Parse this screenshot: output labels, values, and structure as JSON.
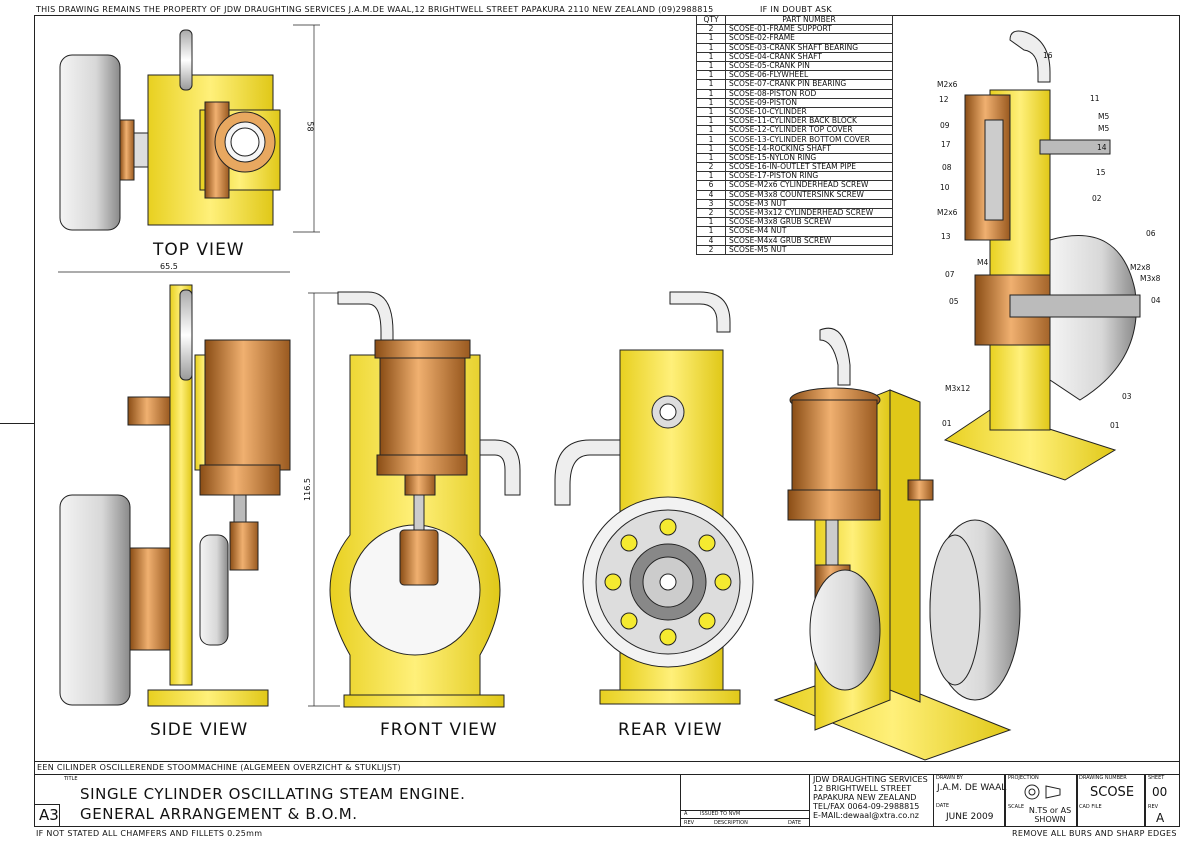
{
  "header": {
    "property_notice": "THIS DRAWING REMAINS THE PROPERTY OF JDW DRAUGHTING SERVICES J.A.M.DE WAAL,12 BRIGHTWELL STREET PAPAKURA 2110 NEW ZEALAND (09)2988815",
    "if_in_doubt": "IF IN DOUBT ASK"
  },
  "views": {
    "top": "TOP VIEW",
    "side": "SIDE VIEW",
    "front": "FRONT VIEW",
    "rear": "REAR VIEW"
  },
  "dimensions": {
    "top_height": "58",
    "side_width": "65.5",
    "front_height": "116.5"
  },
  "bom": {
    "header_qty": "QTY",
    "header_part": "PART NUMBER",
    "rows": [
      {
        "qty": "2",
        "part": "SCOSE-01-FRAME SUPPORT"
      },
      {
        "qty": "1",
        "part": "SCOSE-02-FRAME"
      },
      {
        "qty": "1",
        "part": "SCOSE-03-CRANK SHAFT BEARING"
      },
      {
        "qty": "1",
        "part": "SCOSE-04-CRANK SHAFT"
      },
      {
        "qty": "1",
        "part": "SCOSE-05-CRANK PIN"
      },
      {
        "qty": "1",
        "part": "SCOSE-06-FLYWHEEL"
      },
      {
        "qty": "1",
        "part": "SCOSE-07-CRANK PIN BEARING"
      },
      {
        "qty": "1",
        "part": "SCOSE-08-PISTON ROD"
      },
      {
        "qty": "1",
        "part": "SCOSE-09-PISTON"
      },
      {
        "qty": "1",
        "part": "SCOSE-10-CYLINDER"
      },
      {
        "qty": "1",
        "part": "SCOSE-11-CYLINDER BACK BLOCK"
      },
      {
        "qty": "1",
        "part": "SCOSE-12-CYLINDER TOP COVER"
      },
      {
        "qty": "1",
        "part": "SCOSE-13-CYLINDER BOTTOM COVER"
      },
      {
        "qty": "1",
        "part": "SCOSE-14-ROCKING SHAFT"
      },
      {
        "qty": "1",
        "part": "SCOSE-15-NYLON RING"
      },
      {
        "qty": "2",
        "part": "SCOSE-16-IN-OUTLET STEAM PIPE"
      },
      {
        "qty": "1",
        "part": "SCOSE-17-PISTON RING"
      },
      {
        "qty": "6",
        "part": "SCOSE-M2x6 CYLINDERHEAD SCREW"
      },
      {
        "qty": "4",
        "part": "SCOSE-M3x8 COUNTERSINK SCREW"
      },
      {
        "qty": "3",
        "part": "SCOSE-M3 NUT"
      },
      {
        "qty": "2",
        "part": "SCOSE-M3x12 CYLINDERHEAD SCREW"
      },
      {
        "qty": "1",
        "part": "SCOSE-M3x8 GRUB SCREW"
      },
      {
        "qty": "1",
        "part": "SCOSE-M4 NUT"
      },
      {
        "qty": "4",
        "part": "SCOSE-M4x4 GRUB SCREW"
      },
      {
        "qty": "2",
        "part": "SCOSE-M5 NUT"
      }
    ]
  },
  "callouts": {
    "n16": "16",
    "n11": "11",
    "n12": "12",
    "n09": "09",
    "n17": "17",
    "n14": "14",
    "n08": "08",
    "n15": "15",
    "n10": "10",
    "n02": "02",
    "n13": "13",
    "n06": "06",
    "n07": "07",
    "n05": "05",
    "n04": "04",
    "n03": "03",
    "n01": "01",
    "m2x6a": "M2x6",
    "m2x6b": "M2x6",
    "m5a": "M5",
    "m5b": "M5",
    "m4": "M4",
    "m2x8": "M2x8",
    "m3x8": "M3x8",
    "m3x12": "M3x12"
  },
  "title_block": {
    "subtitle": "EEN CILINDER OSCILLERENDE STOOMMACHINE (ALGEMEEN OVERZICHT & STUKLIJST)",
    "title_label": "TITLE",
    "title_line1": "SINGLE CYLINDER OSCILLATING STEAM ENGINE.",
    "title_line2": "GENERAL ARRANGEMENT & B.O.M.",
    "size": "A3",
    "rev_a": "A",
    "issued": "ISSUED TO NVM",
    "rev_label": "REV",
    "desc_label": "DESCRIPTION",
    "date_label": "DATE",
    "company_1": "JDW DRAUGHTING SERVICES",
    "company_2": "12 BRIGHTWELL STREET",
    "company_3": "PAPAKURA NEW ZEALAND",
    "company_4": "TEL/FAX 0064-09-2988815",
    "company_5": "E-MAIL:dewaal@xtra.co.nz",
    "drawn_by_label": "DRAWN BY",
    "drawn_by": "J.A.M. DE WAAL",
    "date_label2": "DATE",
    "date": "JUNE 2009",
    "projection_label": "PROJECTION",
    "scale_label": "SCALE",
    "scale": "N.TS or AS SHOWN",
    "drawing_number_label": "DRAWING NUMBER",
    "drawing_number": "SCOSE",
    "cad_file_label": "CAD FILE",
    "sheet_label": "SHEET",
    "sheet": "00",
    "rev_label2": "REV",
    "rev": "A"
  },
  "footer": {
    "left": "IF NOT STATED ALL CHAMFERS AND FILLETS 0.25mm",
    "right": "REMOVE ALL BURS AND SHARP EDGES"
  },
  "colors": {
    "frame": "#f5e642",
    "brass": "#d98b3a",
    "steel": "#cfcfcf"
  }
}
